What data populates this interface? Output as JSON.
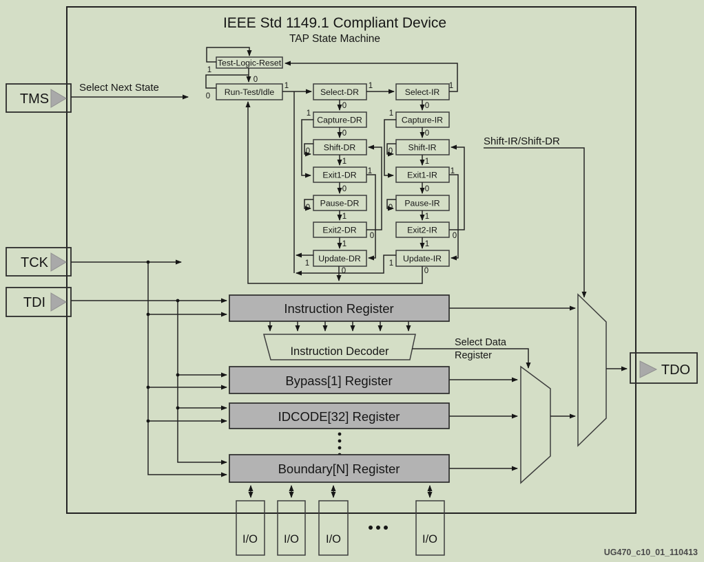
{
  "figure": {
    "title": "IEEE Std 1149.1 Compliant Device",
    "subtitle": "TAP State Machine",
    "caption": "UG470_c10_01_110413"
  },
  "signals": {
    "tms": "TMS",
    "tck": "TCK",
    "tdi": "TDI",
    "tdo": "TDO"
  },
  "labels": {
    "select_next_state": "Select Next State",
    "shift_ir_shift_dr": "Shift-IR/Shift-DR",
    "select_data_register_line1": "Select Data",
    "select_data_register_line2": "Register",
    "io": "I/O"
  },
  "tap_states": {
    "test_logic_reset": "Test-Logic-Reset",
    "run_test_idle": "Run-Test/Idle",
    "select_dr": "Select-DR",
    "select_ir": "Select-IR",
    "capture_dr": "Capture-DR",
    "capture_ir": "Capture-IR",
    "shift_dr": "Shift-DR",
    "shift_ir": "Shift-IR",
    "exit1_dr": "Exit1-DR",
    "exit1_ir": "Exit1-IR",
    "pause_dr": "Pause-DR",
    "pause_ir": "Pause-IR",
    "exit2_dr": "Exit2-DR",
    "exit2_ir": "Exit2-IR",
    "update_dr": "Update-DR",
    "update_ir": "Update-IR"
  },
  "registers": {
    "instruction": "Instruction Register",
    "decoder": "Instruction Decoder",
    "bypass": "Bypass[1] Register",
    "idcode": "IDCODE[32] Register",
    "boundary": "Boundary[N] Register"
  },
  "bits": {
    "zero": "0",
    "one": "1"
  },
  "colors": {
    "background": "#d4dec6",
    "register_fill": "#b3b3b3",
    "buffer_triangle": "#a9a9a9",
    "line": "#242424"
  }
}
